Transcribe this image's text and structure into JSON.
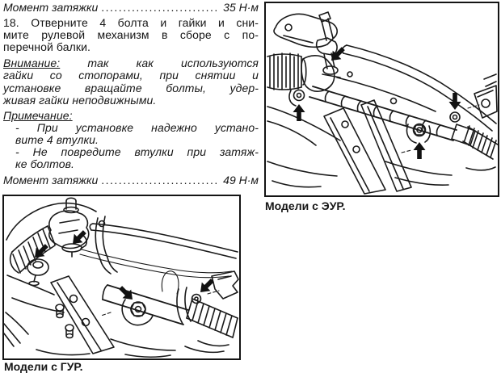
{
  "colors": {
    "paper": "#ffffff",
    "ink": "#161616",
    "frame": "#141414"
  },
  "text_column": {
    "torque_top": {
      "label": "Момент затяжки",
      "leader": "...................................",
      "value": "35 Н·м"
    },
    "step18": {
      "lines": [
        "18. Отверните 4 болта и гайки и сни-",
        "мите рулевой механизм в сборе с по-",
        "перечной балки."
      ]
    },
    "attention": {
      "heading": "Внимание:",
      "first_line_rest": "так как используются",
      "lines": [
        "гайки со стопорами, при снятии и",
        "установке вращайте болты, удер-",
        "живая гайки неподвижными."
      ]
    },
    "note": {
      "heading": "Примечание:",
      "bullet1": {
        "lines": [
          "- При установке надежно устано-",
          "вите 4 втулки."
        ]
      },
      "bullet2": {
        "lines": [
          "- Не повредите втулки при затяж-",
          "ке болтов."
        ]
      }
    },
    "torque_bottom": {
      "label": "Момент затяжки",
      "leader": "...................................",
      "value": "49 Н·м"
    }
  },
  "figures": {
    "eps": {
      "caption": "Модели с ЭУР."
    },
    "hps": {
      "caption": "Модели с ГУР."
    }
  }
}
